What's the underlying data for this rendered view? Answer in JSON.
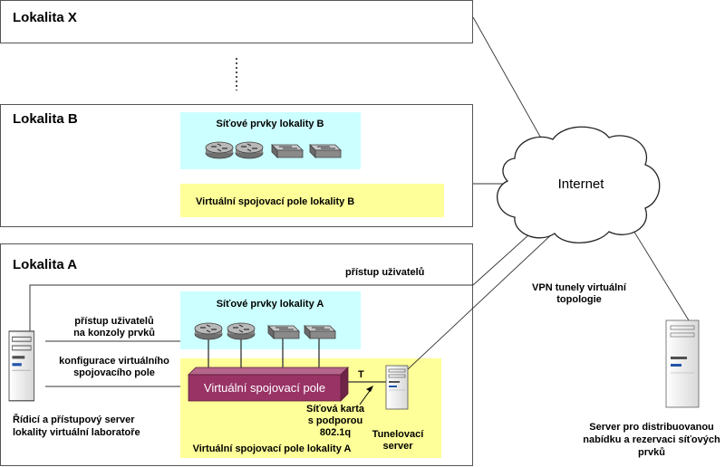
{
  "sites": {
    "x": {
      "title": "Lokalita X"
    },
    "b": {
      "title": "Lokalita B",
      "network_elements": "Síťové prvky lokality B",
      "virtual_patch_panel": "Virtuální spojovací pole lokality B"
    },
    "a": {
      "title": "Lokalita A",
      "network_elements": "Síťové prvky lokality A",
      "virtual_patch_panel_box": "Virtuální spojovací pole",
      "virtual_patch_panel": "Virtuální spojovací pole lokality A",
      "user_access": "přístup uživatelů",
      "console_access": [
        "přístup uživatelů",
        "na konzoly prvků"
      ],
      "config": [
        "konfigurace virtuálního",
        "spojovacího pole"
      ],
      "network_card": [
        "Síťová karta",
        "s podporou",
        "802.1q"
      ],
      "port_label": "T",
      "tunnel_server": [
        "Tunelovací",
        "server"
      ],
      "control_server": [
        "Řídicí a přístupový server",
        "lokality virtuální laboratoře"
      ]
    }
  },
  "internet": {
    "label": "Internet"
  },
  "vpn": [
    "VPN tunely virtuální",
    "topologie"
  ],
  "dist_server": [
    "Server pro distribuovanou",
    "nabídku a rezervaci síťových",
    "prvků"
  ],
  "colors": {
    "cyan_panel": "#ccffff",
    "yellow_panel": "#ffff99",
    "patch_box": "#993366",
    "router": "#a0a0a0"
  }
}
